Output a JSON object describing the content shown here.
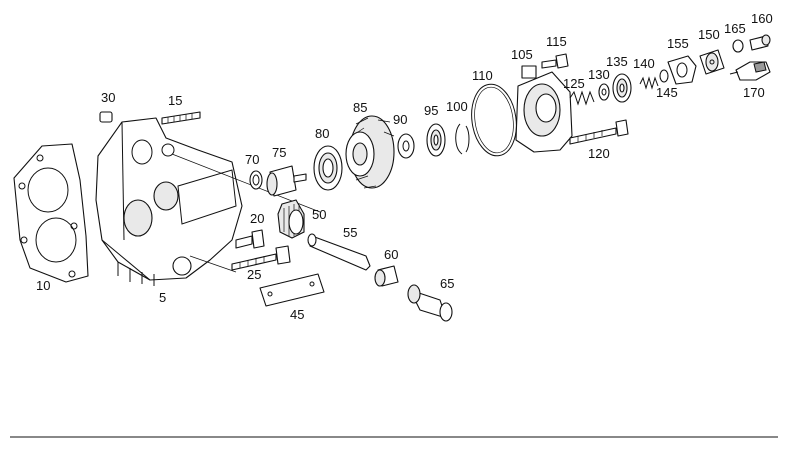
{
  "part_numbers": {
    "p5": "5",
    "p10": "10",
    "p15": "15",
    "p20": "20",
    "p25": "25",
    "p30": "30",
    "p45": "45",
    "p50": "50",
    "p55": "55",
    "p60": "60",
    "p65": "65",
    "p70": "70",
    "p75": "75",
    "p80": "80",
    "p85": "85",
    "p90": "90",
    "p95": "95",
    "p100": "100",
    "p105": "105",
    "p110": "110",
    "p115": "115",
    "p120": "120",
    "p125": "125",
    "p130": "130",
    "p135": "135",
    "p140": "140",
    "p145": "145",
    "p150": "150",
    "p155": "155",
    "p160": "160",
    "p165": "165",
    "p170": "170"
  }
}
